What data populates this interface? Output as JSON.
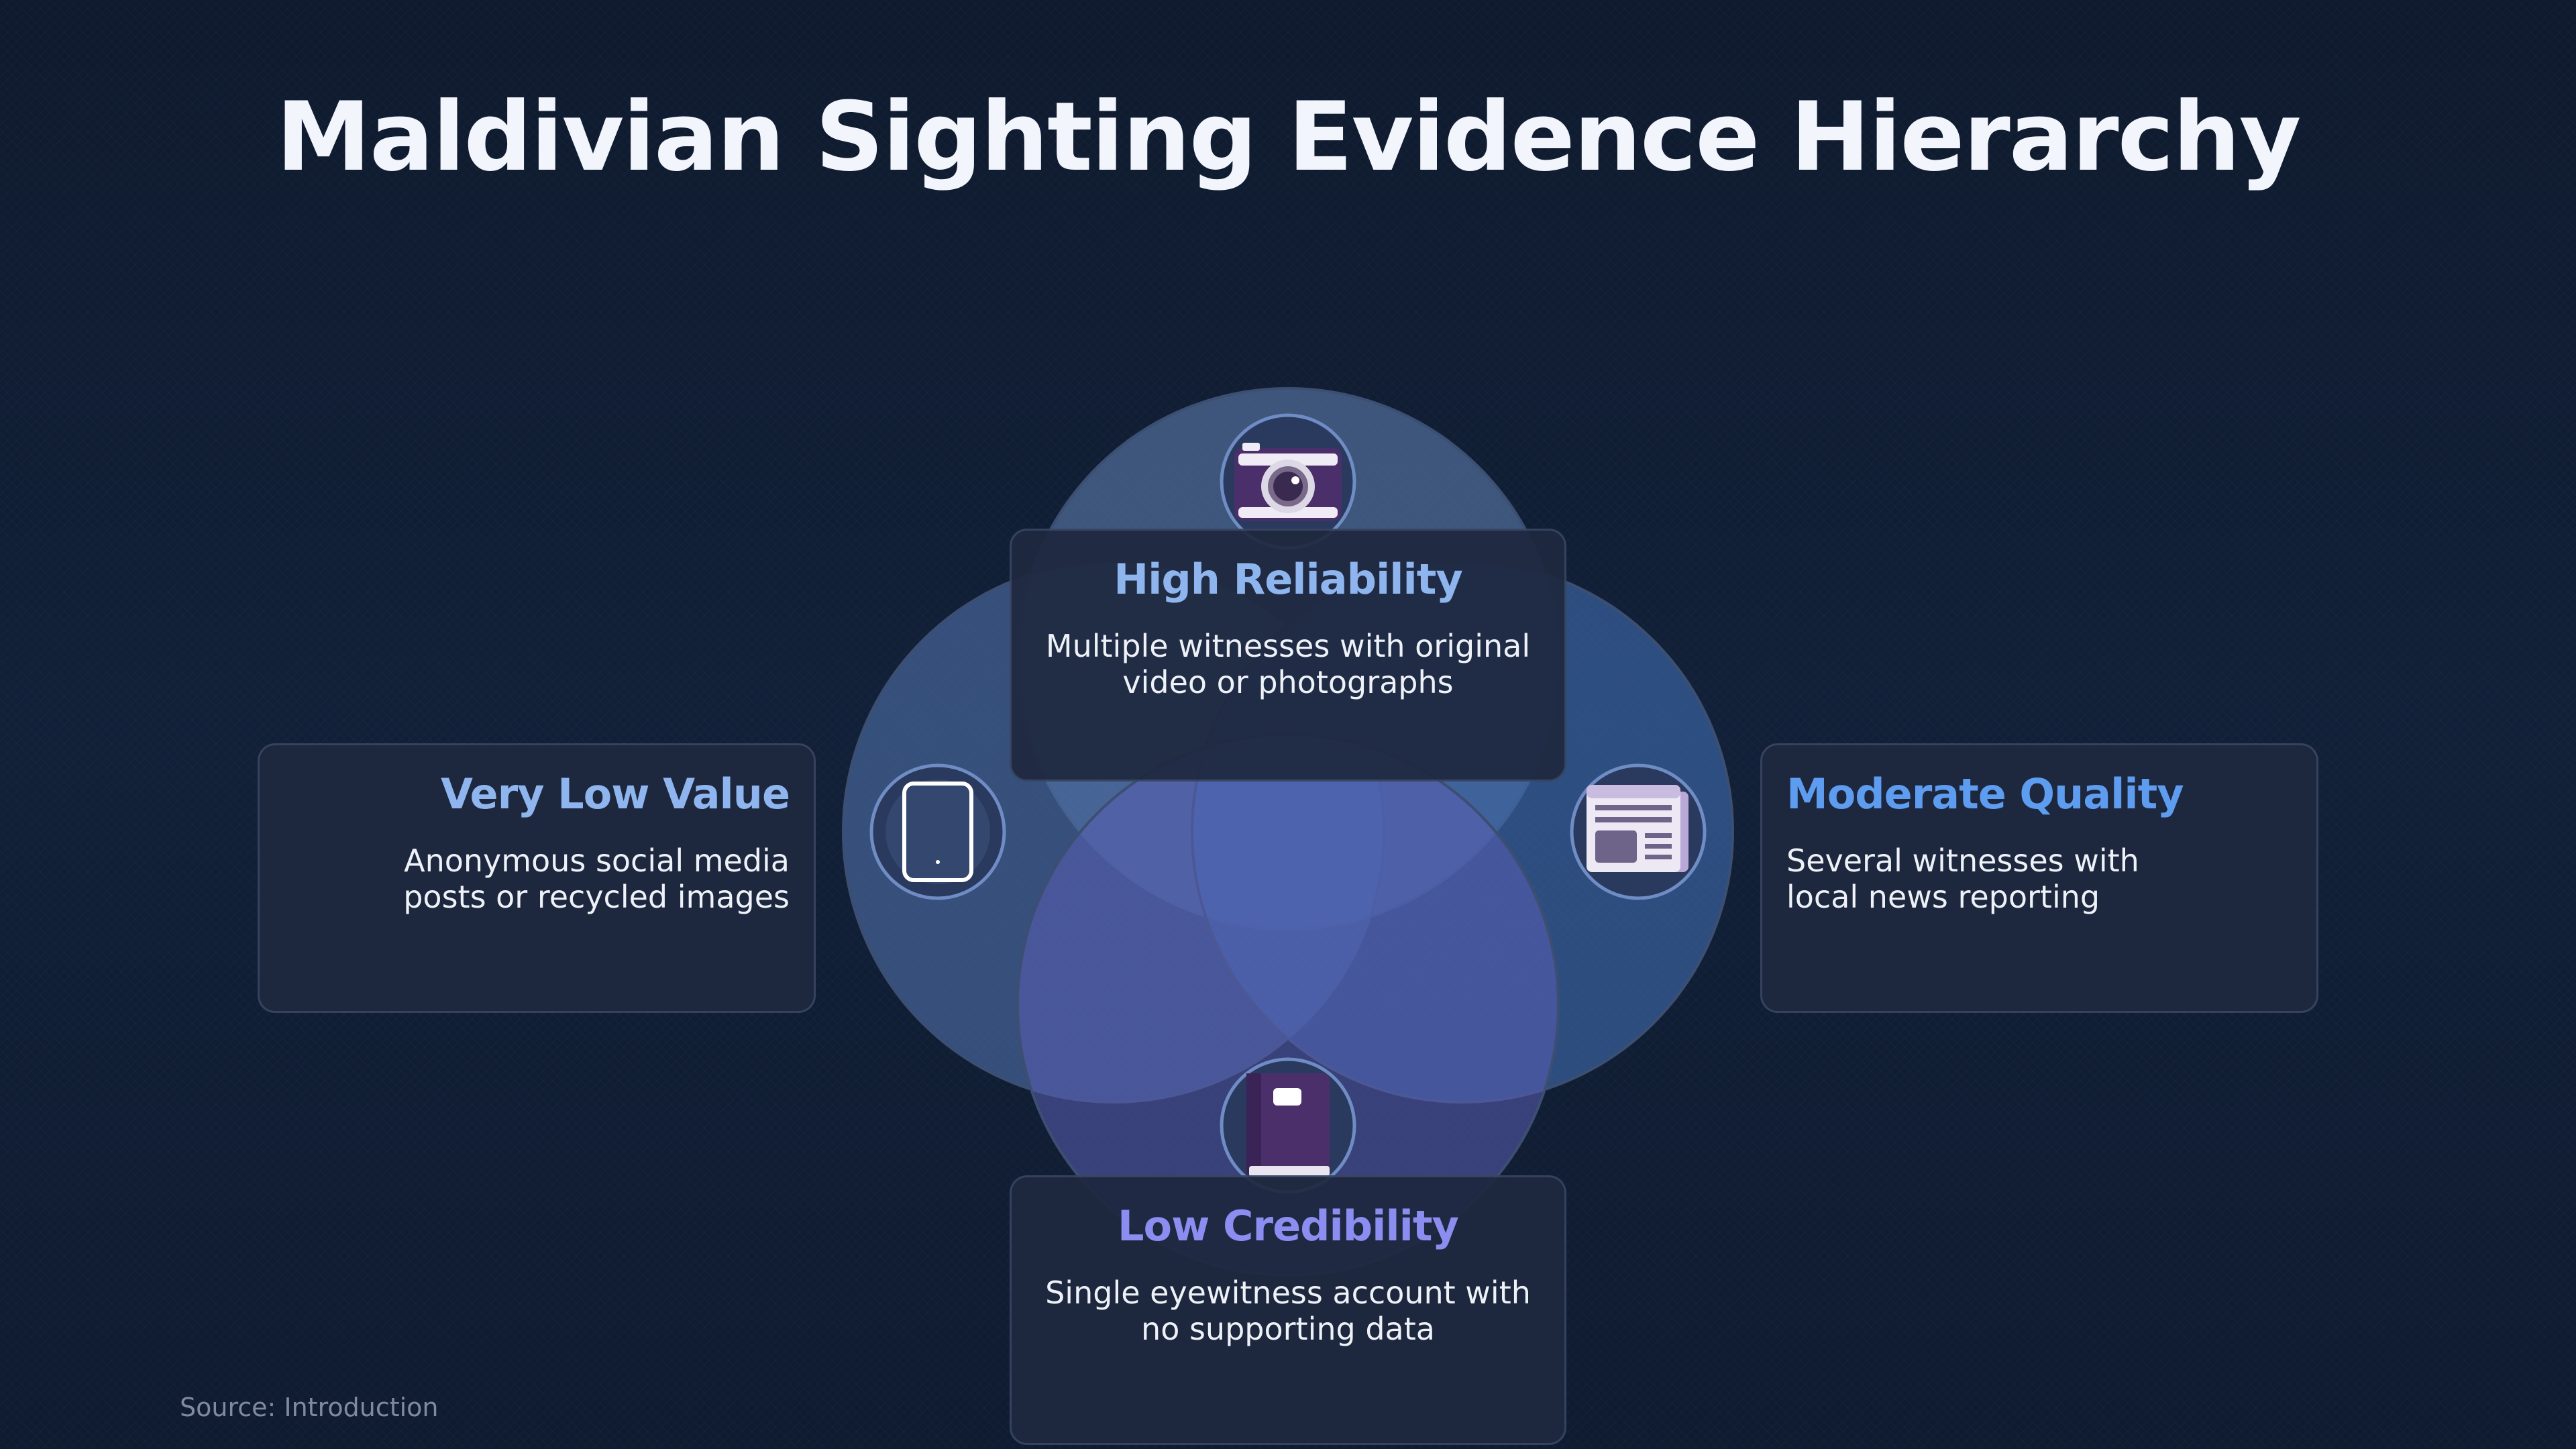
{
  "title": "Maldivian Sighting Evidence Hierarchy",
  "source": "Source: Introduction",
  "colors": {
    "background": "#101c32",
    "circle_top": "#5b79a8",
    "circle_left": "#4d6da6",
    "circle_right": "#3f6aad",
    "circle_bottom": "#5a5fb4",
    "title_high": "#8fb5ee",
    "title_moderate": "#5e9cf0",
    "title_low": "#8b8ef0",
    "icon_purple": "#4a2f6b"
  },
  "categories": [
    {
      "id": "high",
      "title": "High Reliability",
      "description": "Multiple witnesses with original video or photographs",
      "icon": "camera-icon"
    },
    {
      "id": "moderate",
      "title": "Moderate Quality",
      "description": "Several witnesses with local news reporting",
      "icon": "newspaper-icon"
    },
    {
      "id": "low",
      "title": "Low Credibility",
      "description": "Single eyewitness account with no supporting data",
      "icon": "notebook-icon"
    },
    {
      "id": "very_low",
      "title": "Very Low Value",
      "description": "Anonymous social media posts or recycled images",
      "icon": "smartphone-icon"
    }
  ]
}
